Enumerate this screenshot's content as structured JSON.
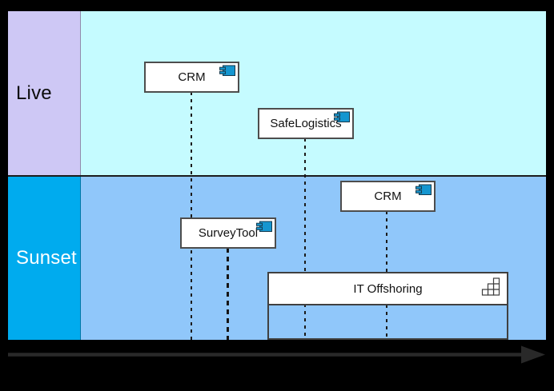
{
  "diagram": {
    "lanes": [
      {
        "label": "Live",
        "label_bg": "#cec8f5",
        "label_color": "#0c0c0c",
        "body_bg": "#c5fbff"
      },
      {
        "label": "Sunset",
        "label_bg": "#00abee",
        "label_color": "#ffffff",
        "body_bg": "#90c7fa"
      }
    ],
    "components": [
      {
        "label": "CRM",
        "lane": "Live",
        "icon": "component-icon"
      },
      {
        "label": "SafeLogistics",
        "lane": "Live",
        "icon": "component-icon"
      },
      {
        "label": "CRM",
        "lane": "Sunset",
        "icon": "component-icon"
      },
      {
        "label": "SurveyTool",
        "lane": "Sunset",
        "icon": "component-icon"
      },
      {
        "label": "IT Offshoring",
        "lane": "Sunset",
        "icon": "stairs-grid-icon"
      }
    ],
    "timeline": {
      "direction": "right"
    },
    "colors": {
      "background": "#000000",
      "box_fill": "#ffffff",
      "box_border": "#4d4d4d",
      "component_icon_fill": "#1596d0",
      "dashed_line": "#1b1b1b",
      "timeline_arrow": "#292929",
      "lane_divider": "#1c1c1c"
    }
  }
}
